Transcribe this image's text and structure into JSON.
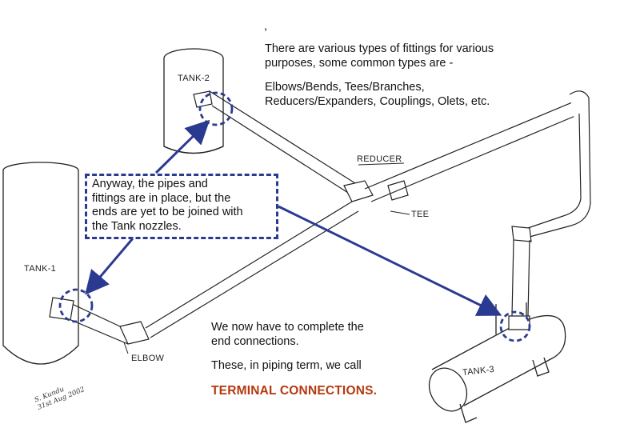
{
  "comma": ",",
  "intro": {
    "line1": "There are various types of fittings for various",
    "line2": "purposes, some common types are -",
    "line3": "Elbows/Bends, Tees/Branches,",
    "line4": "Reducers/Expanders, Couplings, Olets, etc."
  },
  "callout": {
    "line1": "Anyway, the pipes and",
    "line2": "fittings are in place, but the",
    "line3": "ends are yet to be joined with",
    "line4": "the Tank nozzles."
  },
  "right_text": {
    "line1": "We now have to complete the",
    "line2": "end connections.",
    "line3": "These, in piping term, we call",
    "emphasis": "TERMINAL CONNECTIONS."
  },
  "labels": {
    "tank1": "TANK-1",
    "tank2": "TANK-2",
    "tank3": "TANK-3",
    "reducer": "REDUCER",
    "tee": "TEE",
    "elbow": "ELBOW"
  },
  "signature": {
    "line1": "S. Kundu",
    "line2": "31st Aug 2002"
  },
  "colors": {
    "arrow": "#2b3a91",
    "emphasis": "#b5380e",
    "line": "#222222"
  }
}
